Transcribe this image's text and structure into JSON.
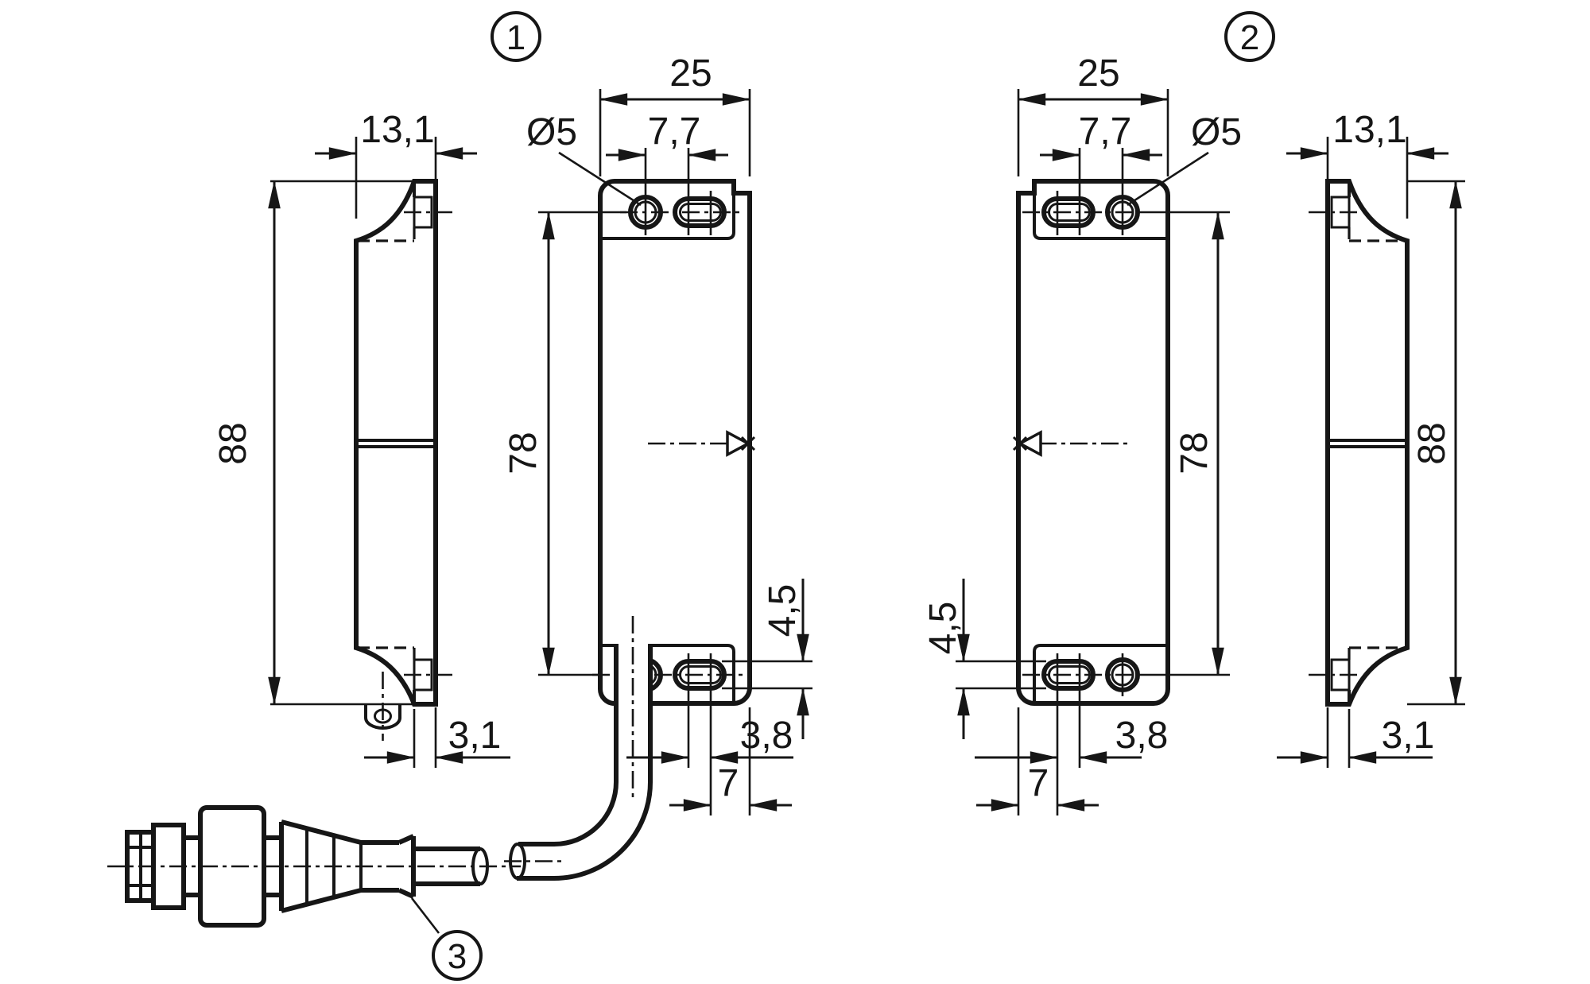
{
  "figure": {
    "background": "#ffffff",
    "ink": "#161616",
    "kind": "sensor-dimensional-drawing"
  },
  "callouts": {
    "variant_a": "1",
    "variant_b": "2",
    "connector": "3"
  },
  "view1": {
    "side_width": "13,1",
    "height": "88",
    "width": "25",
    "hole_pitch": "7,7",
    "hole_diameter": "Ø5",
    "hole_span": "78",
    "slot_width": "4,5",
    "back_step": "3,1",
    "slot_pitch": "3,8",
    "edge_offset": "7"
  },
  "view2": {
    "side_width": "13,1",
    "height": "88",
    "width": "25",
    "hole_pitch": "7,7",
    "hole_diameter": "Ø5",
    "hole_span": "78",
    "slot_width": "4,5",
    "back_step": "3,1",
    "slot_pitch": "3,8",
    "edge_offset": "7"
  }
}
